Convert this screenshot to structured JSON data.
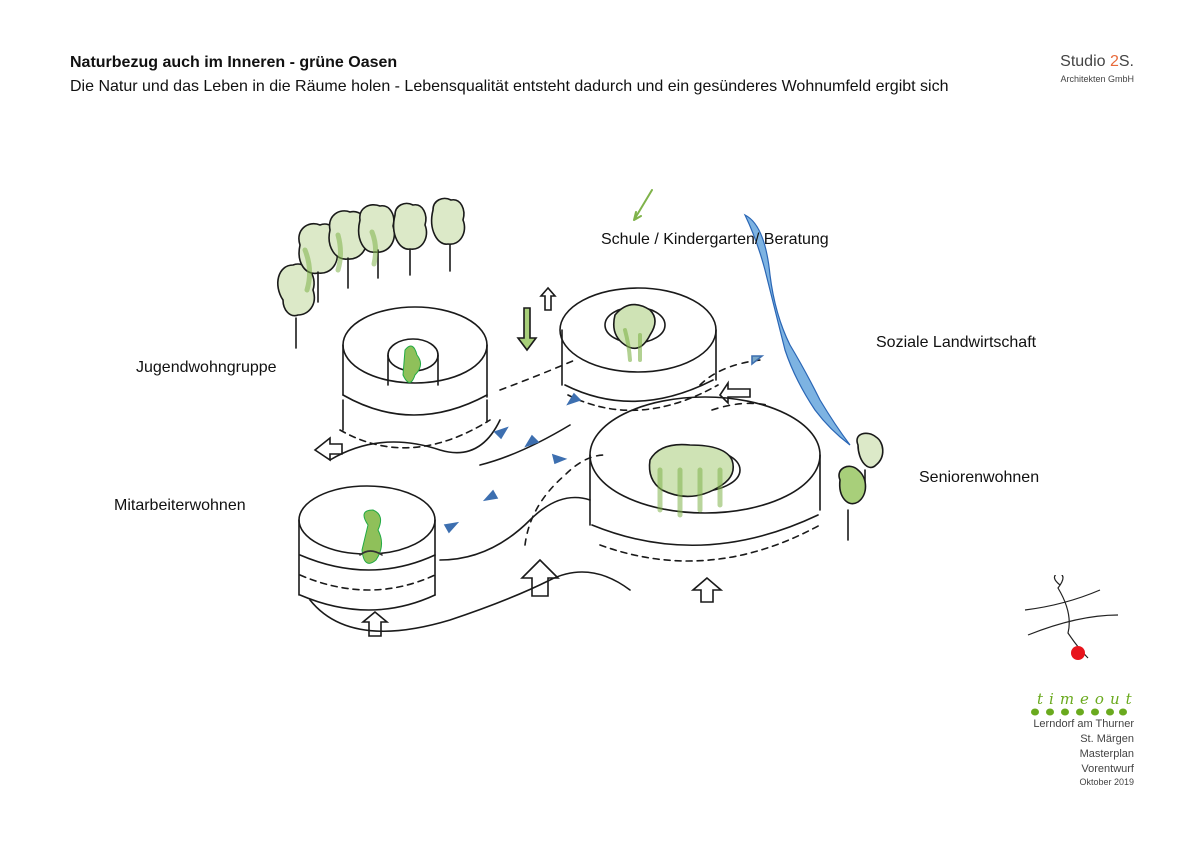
{
  "header": {
    "title": "Naturbezug auch im Inneren - grüne Oasen",
    "subtitle": "Die Natur und das Leben in die Räume holen - Lebensqualität entsteht dadurch und ein gesünderes Wohnumfeld ergibt sich"
  },
  "studio": {
    "name_prefix": "Studio ",
    "name_accent": "2",
    "name_suffix": "S.",
    "firm": "Architekten GmbH"
  },
  "labels": {
    "schule": "Schule / Kindergarten/ Beratung",
    "landwirtschaft": "Soziale Landwirtschaft",
    "jugend": "Jugendwohngruppe",
    "senioren": "Seniorenwohnen",
    "mitarbeiter": "Mitarbeiterwohnen"
  },
  "project": {
    "logo_word": "timeout",
    "place": "Lerndorf am Thurner",
    "town": "St. Märgen",
    "plan": "Masterplan",
    "phase": "Vorentwurf",
    "date": "Oktober 2019"
  },
  "colors": {
    "tree_green": "#7fb34a",
    "river_blue": "#4a8fd0",
    "arrow_blue": "#3d6fb0",
    "logo_green": "#6aaa1e",
    "logo_red": "#e8141c"
  }
}
